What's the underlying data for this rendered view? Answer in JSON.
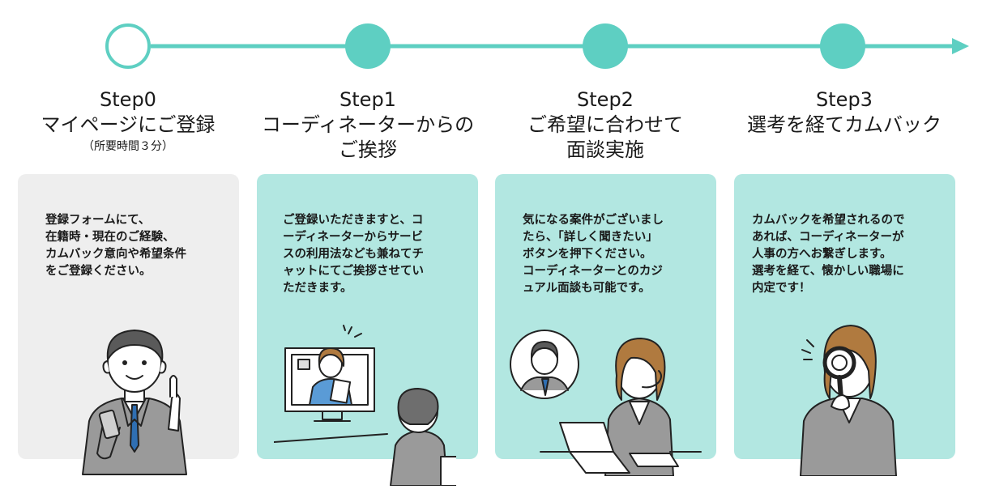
{
  "colors": {
    "accent": "#5ecfc2",
    "card_gray": "#eeeeee",
    "card_teal": "#b2e7e1"
  },
  "steps": [
    {
      "label": "Step0",
      "title": "マイページにご登録",
      "title2": "",
      "note": "（所要時間３分）",
      "body": "登録フォームにて、\n在籍時・現在のご経験、\nカムバック意向や希望条件\nをご登録ください。"
    },
    {
      "label": "Step1",
      "title": "コーディネーターからの",
      "title2": "ご挨拶",
      "note": "",
      "body": "ご登録いただきますと、コ\nーディネーターからサービ\nスの利用法なども兼ねてチ\nャットにてご挨拶させてい\nただきます。"
    },
    {
      "label": "Step2",
      "title": "ご希望に合わせて",
      "title2": "面談実施",
      "note": "",
      "body": "気になる案件がございまし\nたら、「詳しく聞きたい」\nボタンを押下ください。\nコーディネーターとのカジ\nュアル面談も可能です。"
    },
    {
      "label": "Step3",
      "title": "選考を経てカムバック",
      "title2": "",
      "note": "",
      "body": "カムバックを希望されるので\nあれば、コーディネーターが\n人事の方へお繋ぎします。\n選考を経て、懐かしい職場に\n内定です！"
    }
  ]
}
